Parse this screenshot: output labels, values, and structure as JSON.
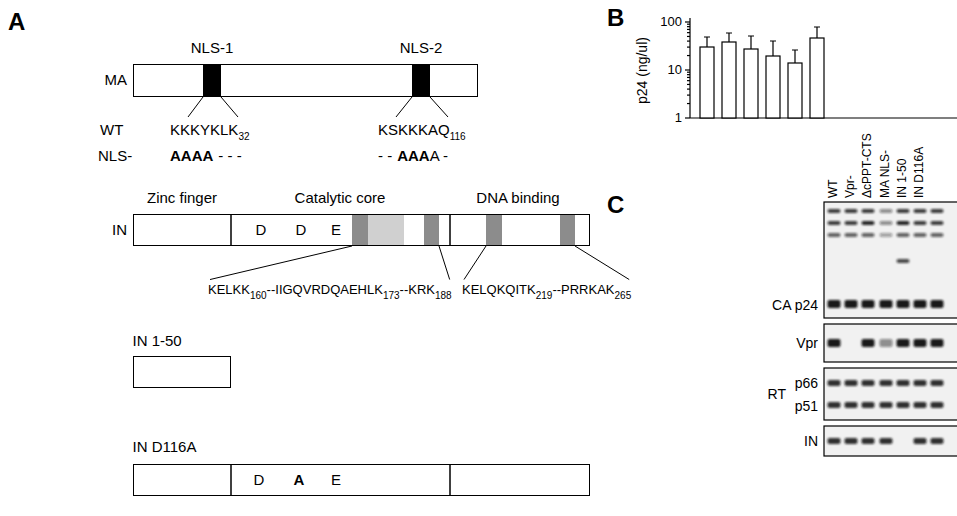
{
  "diagram": {
    "nodes": [
      {
        "text": [
          "MA"
        ]
      },
      {
        "text": [
          "IN",
          "D",
          "D",
          "E"
        ]
      },
      {
        "text": [
          "IN 1-50"
        ]
      },
      {
        "text": [
          "IN D116A",
          "D",
          "A",
          "E"
        ]
      }
    ],
    "labels": [
      "A",
      "NLS-1",
      "NLS-2",
      "WT",
      "KKKYKLK",
      "32",
      "KSKKKAQ",
      "116",
      "NLS-",
      "AAAA",
      "- - -",
      "- -",
      "AAA",
      "A -",
      "Zinc finger",
      "Catalytic core",
      "DNA binding",
      "KELKK",
      "160",
      "--IIGQVRDQAEHLK",
      "173",
      "--KRK",
      "188",
      "KELQKQITK",
      "219",
      "--PRRKAK",
      "265",
      "B",
      "p24 (ng/ul)",
      "100",
      "10",
      "1",
      "C",
      "WT",
      "Vpr-",
      "ΔcPPT-CTS",
      "MA NLS-",
      "IN 1-50",
      "IN D116A",
      "CA p24",
      "Vpr",
      "RT",
      "p66",
      "p51",
      "IN"
    ]
  }
}
